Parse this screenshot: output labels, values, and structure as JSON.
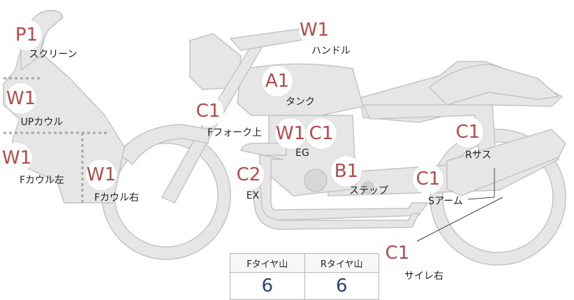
{
  "inspection_marks": [
    {
      "id": "screen",
      "code": "P1",
      "label": "スクリーン"
    },
    {
      "id": "handle",
      "code": "W1",
      "label": "ハンドル"
    },
    {
      "id": "tank",
      "code": "A1",
      "label": "タンク"
    },
    {
      "id": "up-cowl",
      "code": "W1",
      "label": "UPカウル"
    },
    {
      "id": "front-fork",
      "code": "C1",
      "label": "Fフォーク上"
    },
    {
      "id": "engine-w",
      "code": "W1",
      "label": ""
    },
    {
      "id": "engine-c",
      "code": "C1",
      "label": "EG"
    },
    {
      "id": "rear-sus",
      "code": "C1",
      "label": "Rサス"
    },
    {
      "id": "front-cowl-left",
      "code": "W1",
      "label": "Fカウル左"
    },
    {
      "id": "front-cowl-right",
      "code": "W1",
      "label": "Fカウル右"
    },
    {
      "id": "exhaust",
      "code": "C2",
      "label": "EX"
    },
    {
      "id": "step",
      "code": "B1",
      "label": "ステップ"
    },
    {
      "id": "swing-arm",
      "code": "C1",
      "label": "Sアーム"
    },
    {
      "id": "silencer-right",
      "code": "C1",
      "label": "サイレ右"
    }
  ],
  "tire_tread": {
    "front_header": "Fタイヤ山",
    "rear_header": "Rタイヤ山",
    "front_value": "6",
    "rear_value": "6"
  },
  "colors": {
    "code_text": "#b54a4a",
    "tread_value": "#2b3f7a",
    "bike_fill": "#e6e6e6",
    "bike_stroke": "#c4c4c4"
  }
}
